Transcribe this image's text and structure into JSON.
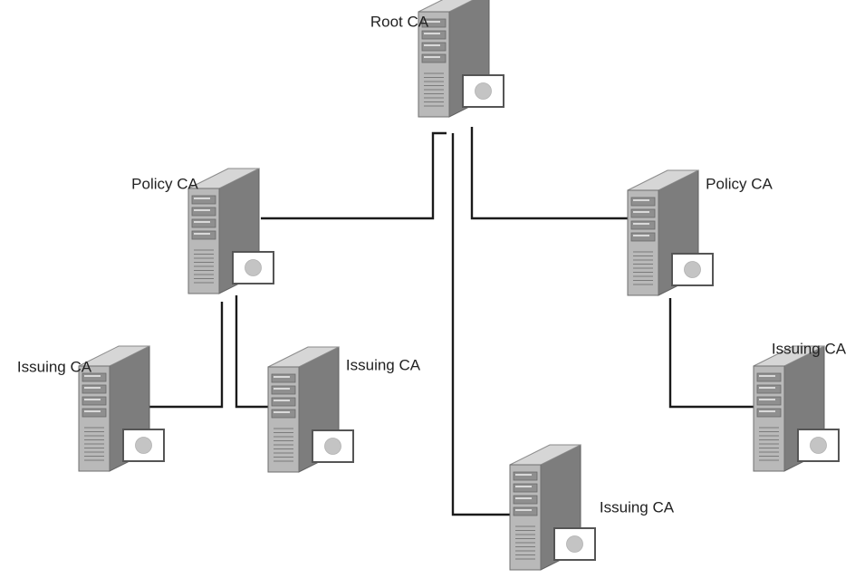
{
  "diagram": {
    "type": "hierarchy",
    "colors": {
      "line": "#1a1a1a",
      "server_front": "#b9b9b9",
      "server_side": "#7d7d7d",
      "server_top": "#d6d6d6",
      "certificate_seal": "#c4c4c4"
    },
    "icons": [
      "server-icon",
      "certificate-icon"
    ],
    "nodes": [
      {
        "id": "root",
        "label": "Root CA"
      },
      {
        "id": "policy-left",
        "label": "Policy CA"
      },
      {
        "id": "policy-right",
        "label": "Policy CA"
      },
      {
        "id": "issuing-1",
        "label": "Issuing CA"
      },
      {
        "id": "issuing-2",
        "label": "Issuing CA"
      },
      {
        "id": "issuing-3",
        "label": "Issuing CA"
      },
      {
        "id": "issuing-4",
        "label": "Issuing CA"
      }
    ],
    "edges": [
      {
        "from": "root",
        "to": "policy-left"
      },
      {
        "from": "root",
        "to": "policy-right"
      },
      {
        "from": "root",
        "to": "issuing-3"
      },
      {
        "from": "policy-left",
        "to": "issuing-1"
      },
      {
        "from": "policy-left",
        "to": "issuing-2"
      },
      {
        "from": "policy-right",
        "to": "issuing-4"
      }
    ]
  }
}
